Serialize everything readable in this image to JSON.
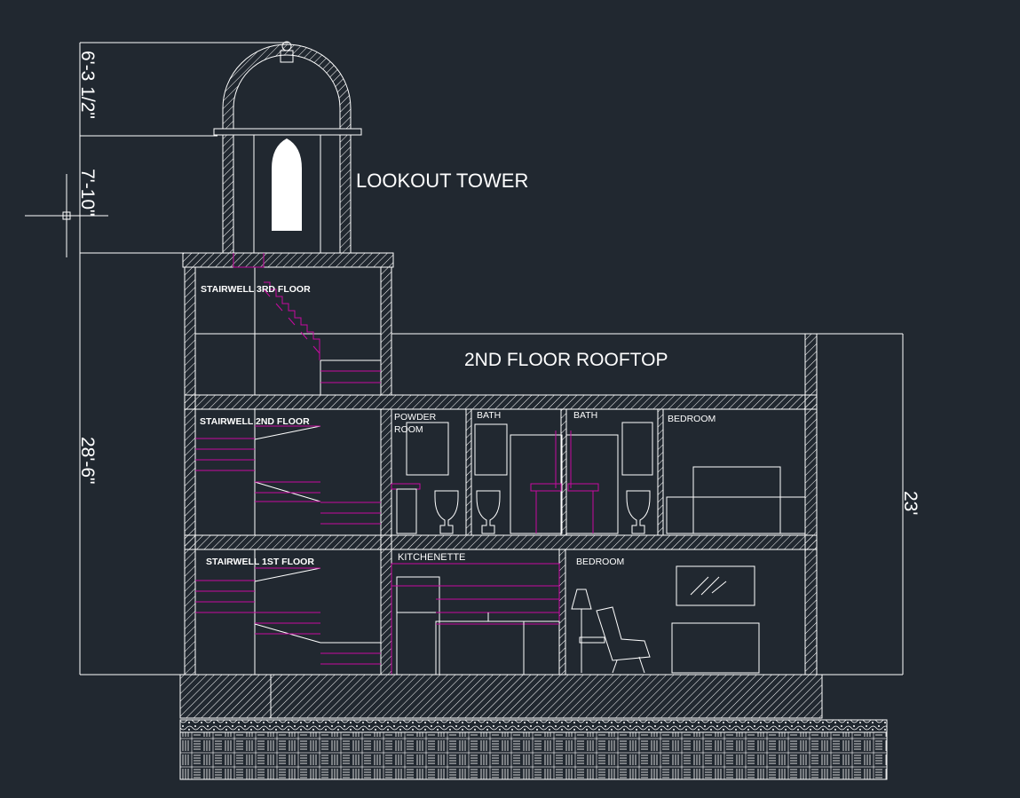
{
  "colors": {
    "background": "#212830",
    "line": "#ffffff",
    "accent": "#c80aa0"
  },
  "labels": {
    "tower": "LOOKOUT TOWER",
    "rooftop": "2ND FLOOR ROOFTOP",
    "stairwell_3": "STAIRWELL 3RD FLOOR",
    "stairwell_2": "STAIRWELL 2ND FLOOR",
    "stairwell_1": "STAIRWELL 1ST FLOOR",
    "powder_room_line1": "POWDER",
    "powder_room_line2": "ROOM",
    "bath_1": "BATH",
    "bath_2": "BATH",
    "bedroom_2nd": "BEDROOM",
    "kitchenette": "KITCHENETTE",
    "bedroom_1st": "BEDROOM"
  },
  "dimensions": {
    "dome": "6'-3 1/2\"",
    "tower": "7'-10\"",
    "building_height": "28'-6\"",
    "right_height": "23'"
  }
}
